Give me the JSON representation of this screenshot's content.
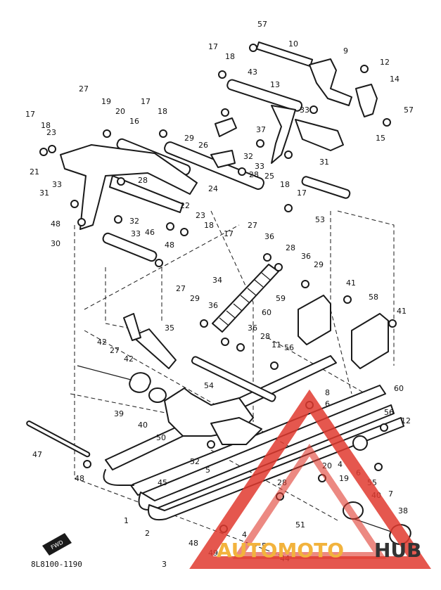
{
  "diagram": {
    "part_code": "8L8100-1190",
    "fwd_label": "FWD",
    "callouts": [
      "57",
      "10",
      "9",
      "17",
      "18",
      "12",
      "14",
      "43",
      "13",
      "27",
      "19",
      "20",
      "17",
      "18",
      "23",
      "16",
      "21",
      "28",
      "29",
      "26",
      "33",
      "37",
      "57",
      "15",
      "17",
      "18",
      "31",
      "32",
      "33",
      "25",
      "28",
      "24",
      "18",
      "17",
      "53",
      "31",
      "33",
      "48",
      "30",
      "32",
      "22",
      "23",
      "46",
      "33",
      "48",
      "18",
      "17",
      "27",
      "36",
      "29",
      "28",
      "36",
      "34",
      "59",
      "41",
      "58",
      "41",
      "27",
      "29",
      "36",
      "60",
      "35",
      "42",
      "36",
      "28",
      "11",
      "56",
      "60",
      "27",
      "42",
      "54",
      "8",
      "6",
      "56",
      "12",
      "39",
      "40",
      "50",
      "20",
      "4",
      "6",
      "55",
      "7",
      "47",
      "52",
      "45",
      "5",
      "48",
      "19",
      "40",
      "38",
      "1",
      "2",
      "48",
      "28",
      "51",
      "4",
      "3",
      "49",
      "5",
      "44"
    ]
  },
  "watermark": {
    "brand_a": "AUTOMOTO",
    "brand_b": "HUB",
    "colors": {
      "red": "#e03a2f",
      "gold": "#f2b33d",
      "dark": "#333333"
    }
  }
}
